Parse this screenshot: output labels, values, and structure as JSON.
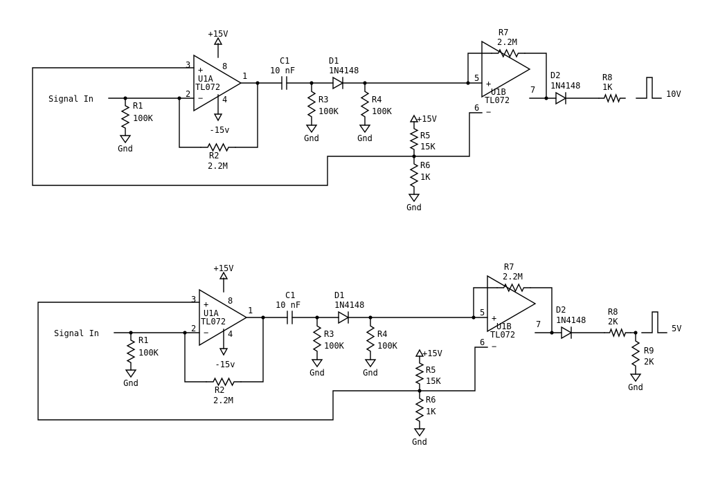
{
  "circuits": [
    {
      "signal_in": "Signal In",
      "u1a": {
        "label": "U1A",
        "part": "TL072",
        "pin_noninv": "3",
        "pin_inv": "2",
        "pin_out": "1",
        "pin_vpos": "8",
        "pin_vneg": "4",
        "vpos": "+15V",
        "vneg": "-15v",
        "plus": "+",
        "minus": "−"
      },
      "r1": {
        "ref": "R1",
        "value": "100K"
      },
      "r2": {
        "ref": "R2",
        "value": "2.2M"
      },
      "c1": {
        "ref": "C1",
        "value": "10 nF"
      },
      "d1": {
        "ref": "D1",
        "value": "1N4148"
      },
      "r3": {
        "ref": "R3",
        "value": "100K"
      },
      "r4": {
        "ref": "R4",
        "value": "100K"
      },
      "r5": {
        "ref": "R5",
        "value": "15K",
        "supply": "+15V"
      },
      "r6": {
        "ref": "R6",
        "value": "1K"
      },
      "r7": {
        "ref": "R7",
        "value": "2.2M"
      },
      "u1b": {
        "label": "U1B",
        "part": "TL072",
        "pin_noninv": "5",
        "pin_inv": "6",
        "pin_out": "7",
        "plus": "+",
        "minus": "−"
      },
      "d2": {
        "ref": "D2",
        "value": "1N4148"
      },
      "r8": {
        "ref": "R8",
        "value": "1K"
      },
      "output": "10V",
      "gnd": "Gnd"
    },
    {
      "signal_in": "Signal In",
      "u1a": {
        "label": "U1A",
        "part": "TL072",
        "pin_noninv": "3",
        "pin_inv": "2",
        "pin_out": "1",
        "pin_vpos": "8",
        "pin_vneg": "4",
        "vpos": "+15V",
        "vneg": "-15v",
        "plus": "+",
        "minus": "−"
      },
      "r1": {
        "ref": "R1",
        "value": "100K"
      },
      "r2": {
        "ref": "R2",
        "value": "2.2M"
      },
      "c1": {
        "ref": "C1",
        "value": "10 nF"
      },
      "d1": {
        "ref": "D1",
        "value": "1N4148"
      },
      "r3": {
        "ref": "R3",
        "value": "100K"
      },
      "r4": {
        "ref": "R4",
        "value": "100K"
      },
      "r5": {
        "ref": "R5",
        "value": "15K",
        "supply": "+15V"
      },
      "r6": {
        "ref": "R6",
        "value": "1K"
      },
      "r7": {
        "ref": "R7",
        "value": "2.2M"
      },
      "u1b": {
        "label": "U1B",
        "part": "TL072",
        "pin_noninv": "5",
        "pin_inv": "6",
        "pin_out": "7",
        "plus": "+",
        "minus": "−"
      },
      "d2": {
        "ref": "D2",
        "value": "1N4148"
      },
      "r8": {
        "ref": "R8",
        "value": "2K"
      },
      "r9": {
        "ref": "R9",
        "value": "2K"
      },
      "output": "5V",
      "gnd": "Gnd"
    }
  ]
}
